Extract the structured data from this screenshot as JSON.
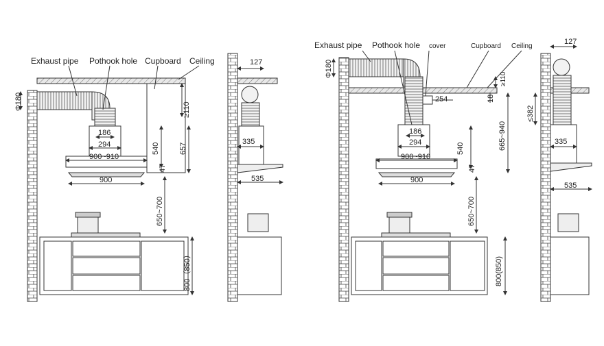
{
  "left_front": {
    "labels": {
      "exhaust_pipe": "Exhaust pipe",
      "pothook_hole": "Pothook hole",
      "cupboard": "Cupboard",
      "ceiling": "Ceiling"
    },
    "dims": {
      "pipe_dia": "Φ180",
      "gap_top": "≥110",
      "w186": "186",
      "w294": "294",
      "w900_910": "900~910",
      "h540": "540",
      "h657": "657",
      "h47": "47",
      "w900": "900",
      "h650_700": "650~700",
      "h800_850": "800（850）"
    }
  },
  "left_side": {
    "dims": {
      "w127": "127",
      "w335": "335",
      "w535": "535"
    }
  },
  "right_front": {
    "labels": {
      "exhaust_pipe": "Exhaust pipe",
      "pothook_hole": "Pothook hole",
      "cover": "cover",
      "cupboard": "Cupboard",
      "ceiling": "Ceiling"
    },
    "dims": {
      "pipe_dia": "Φ180",
      "gap_top": "≥110",
      "d254": "254",
      "d18": "18",
      "w186": "186",
      "w294": "294",
      "h665_940": "665~940",
      "w900_910": "900~910",
      "h540": "540",
      "h47": "47",
      "w900": "900",
      "h650_700": "650~700",
      "h800_850": "800(850)"
    }
  },
  "right_side": {
    "dims": {
      "w127": "127",
      "h382": "≤382",
      "w335": "335",
      "w535": "535"
    }
  }
}
